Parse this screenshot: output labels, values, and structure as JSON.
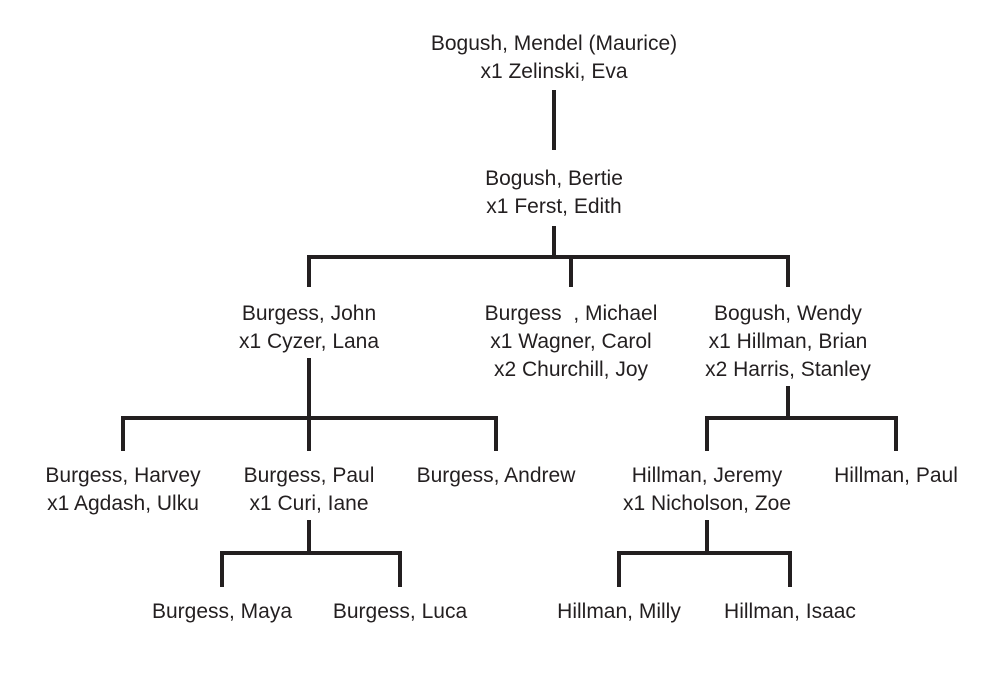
{
  "colors": {
    "line": "#231f20",
    "text": "#231f20",
    "background": "#ffffff"
  },
  "people": {
    "mendel": {
      "name": "Bogush, Mendel (Maurice)",
      "spouse1": "x1 Zelinski, Eva"
    },
    "bertie": {
      "name": "Bogush, Bertie",
      "spouse1": "x1 Ferst, Edith"
    },
    "john": {
      "name": "Burgess, John",
      "spouse1": "x1 Cyzer, Lana"
    },
    "michael": {
      "name": "Burgess  , Michael",
      "spouse1": "x1 Wagner, Carol",
      "spouse2": "x2 Churchill, Joy"
    },
    "wendy": {
      "name": "Bogush, Wendy",
      "spouse1": "x1 Hillman, Brian",
      "spouse2": "x2 Harris, Stanley"
    },
    "harvey": {
      "name": "Burgess, Harvey",
      "spouse1": "x1 Agdash, Ulku"
    },
    "paul_burgess": {
      "name": "Burgess, Paul",
      "spouse1": "x1 Curi, Iane"
    },
    "andrew": {
      "name": "Burgess, Andrew"
    },
    "jeremy": {
      "name": "Hillman, Jeremy",
      "spouse1": "x1 Nicholson, Zoe"
    },
    "paul_hillman": {
      "name": "Hillman, Paul"
    },
    "maya": {
      "name": "Burgess, Maya"
    },
    "luca": {
      "name": "Burgess, Luca"
    },
    "milly": {
      "name": "Hillman, Milly"
    },
    "isaac": {
      "name": "Hillman, Isaac"
    }
  }
}
